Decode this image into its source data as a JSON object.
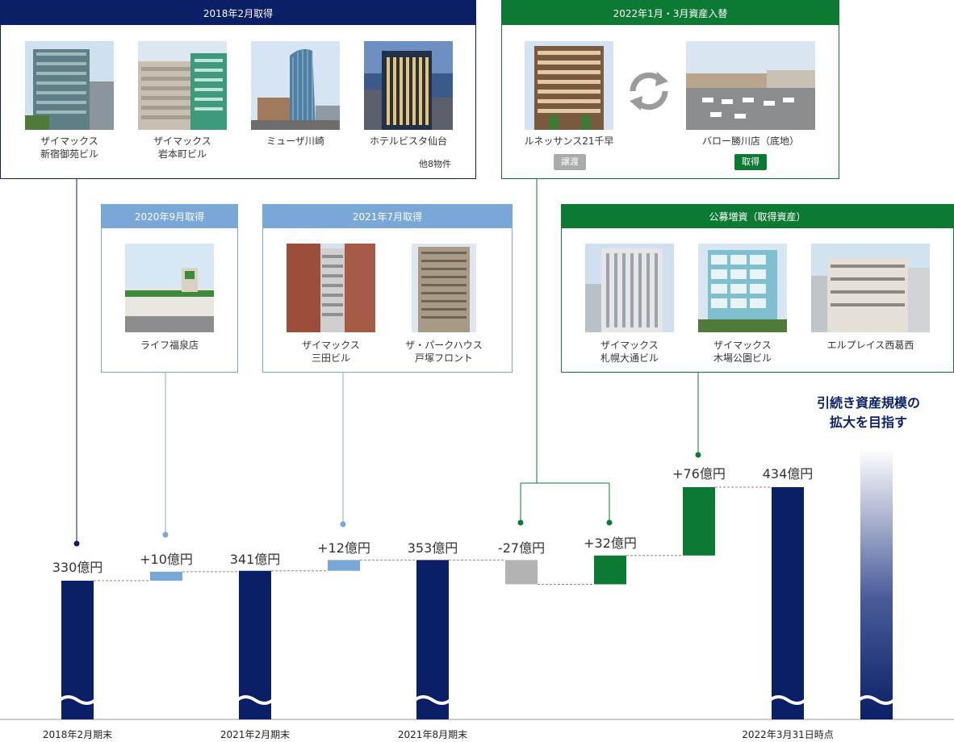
{
  "boxes": {
    "acq2018": {
      "title": "2018年2月取得",
      "props": [
        "ザイマックス\n新宿御苑ビル",
        "ザイマックス\n岩本町ビル",
        "ミューザ川崎",
        "ホテルビスタ仙台"
      ],
      "others": "他8物件"
    },
    "acq2020": {
      "title": "2020年9月取得",
      "props": [
        "ライフ福泉店"
      ]
    },
    "acq2021": {
      "title": "2021年7月取得",
      "props": [
        "ザイマックス\n三田ビル",
        "ザ・パークハウス\n戸塚フロント"
      ]
    },
    "swap2022": {
      "title": "2022年1月・3月資産入替",
      "props": [
        "ルネッサンス21千早",
        "バロー勝川店（底地）"
      ],
      "tag_transfer": "譲渡",
      "tag_acquire": "取得"
    },
    "offering": {
      "title": "公募増資（取得資産）",
      "props": [
        "ザイマックス\n札幌大通ビル",
        "ザイマックス\n木場公園ビル",
        "エルプレイス西葛西"
      ]
    }
  },
  "goal_text": "引続き資産規模の\n拡大を目指す",
  "colors": {
    "navy": "#0b1f66",
    "light_blue": "#79a8d8",
    "green": "#0c7a33",
    "gray": "#b3b3b3"
  },
  "chart_data": {
    "type": "bar",
    "subtype": "waterfall",
    "unit": "億円",
    "bars": [
      {
        "label": "330億円",
        "value": 330,
        "kind": "total",
        "color": "navy"
      },
      {
        "label": "+10億円",
        "value": 10,
        "kind": "delta",
        "color": "light_blue"
      },
      {
        "label": "341億円",
        "value": 341,
        "kind": "total",
        "color": "navy"
      },
      {
        "label": "+12億円",
        "value": 12,
        "kind": "delta",
        "color": "light_blue"
      },
      {
        "label": "353億円",
        "value": 353,
        "kind": "total",
        "color": "navy"
      },
      {
        "label": "-27億円",
        "value": -27,
        "kind": "delta",
        "color": "gray"
      },
      {
        "label": "+32億円",
        "value": 32,
        "kind": "delta",
        "color": "green"
      },
      {
        "label": "+76億円",
        "value": 76,
        "kind": "delta",
        "color": "green"
      },
      {
        "label": "434億円",
        "value": 434,
        "kind": "total",
        "color": "navy"
      },
      {
        "label": "",
        "value": null,
        "kind": "future",
        "color": "gradient"
      }
    ],
    "x_labels": [
      "2018年2月期末",
      "",
      "2021年2月期末",
      "",
      "2021年8月期末",
      "",
      "",
      "",
      "2022年3月31日時点",
      ""
    ],
    "axis_break": true
  }
}
